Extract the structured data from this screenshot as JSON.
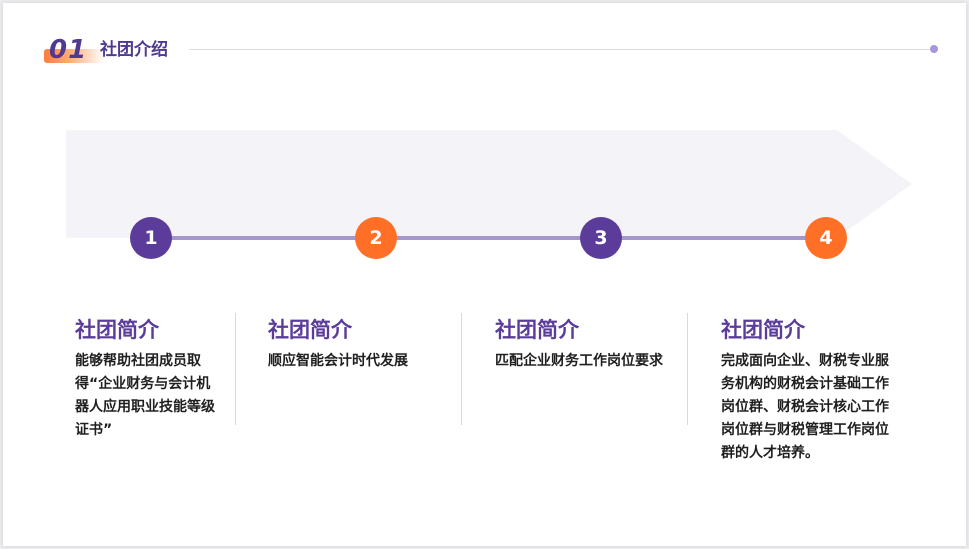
{
  "header": {
    "number": "01",
    "title": "社团介绍"
  },
  "steps": [
    {
      "number": "1",
      "title": "社团简介",
      "text": "能够帮助社团成员取得“企业财务与会计机器人应用职业技能等级证书”"
    },
    {
      "number": "2",
      "title": "社团简介",
      "text": "顺应智能会计时代发展"
    },
    {
      "number": "3",
      "title": "社团简介",
      "text": "匹配企业财务工作岗位要求"
    },
    {
      "number": "4",
      "title": "社团简介",
      "text": "完成面向企业、财税专业服务机构的财税会计基础工作岗位群、财税会计核心工作岗位群与财税管理工作岗位群的人才培养。"
    }
  ],
  "colors": {
    "purple": "#5b3c9a",
    "orange": "#ff6f26",
    "timeline": "#a596cc",
    "arrow_band": "#f4f3f8"
  }
}
